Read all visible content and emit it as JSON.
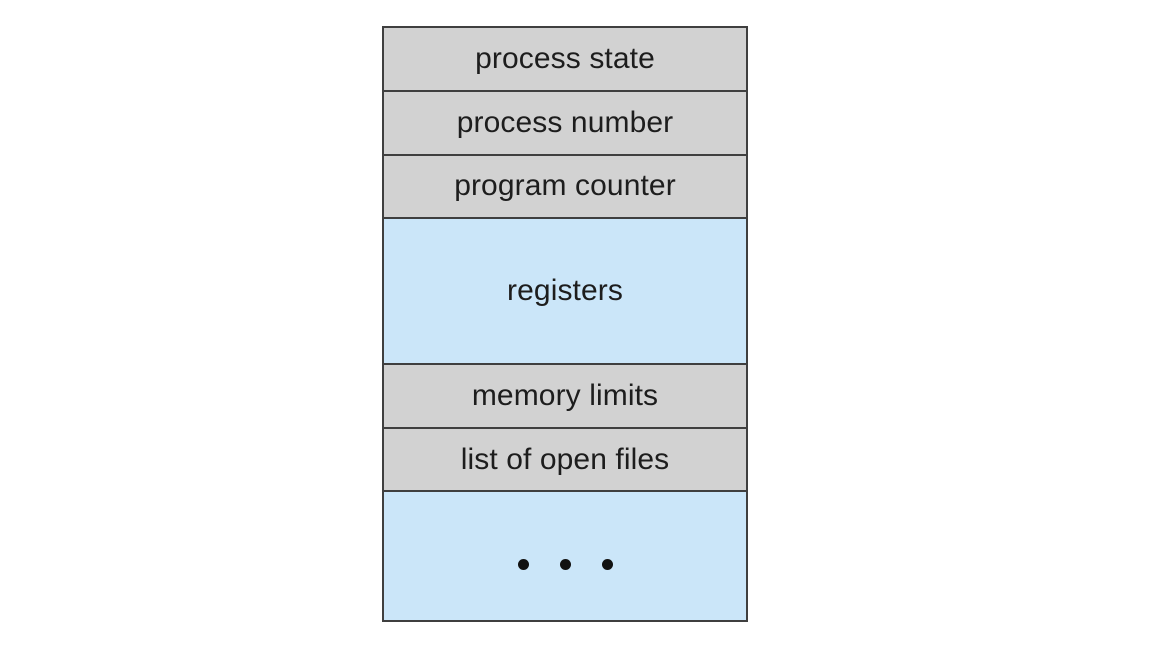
{
  "diagram": {
    "name": "process-control-block",
    "background_color": "#ffffff",
    "border_color": "#3f3f3f",
    "gray_fill": "#d2d2d2",
    "blue_fill": "#cbe6f9",
    "text_color": "#1d1d1d",
    "rows": [
      {
        "label": "process state",
        "fill": "gray"
      },
      {
        "label": "process number",
        "fill": "gray"
      },
      {
        "label": "program counter",
        "fill": "gray"
      },
      {
        "label": "registers",
        "fill": "blue"
      },
      {
        "label": "memory limits",
        "fill": "gray"
      },
      {
        "label": "list of open files",
        "fill": "gray"
      },
      {
        "label": "",
        "fill": "blue",
        "content": "three-dots-ellipsis"
      }
    ]
  }
}
